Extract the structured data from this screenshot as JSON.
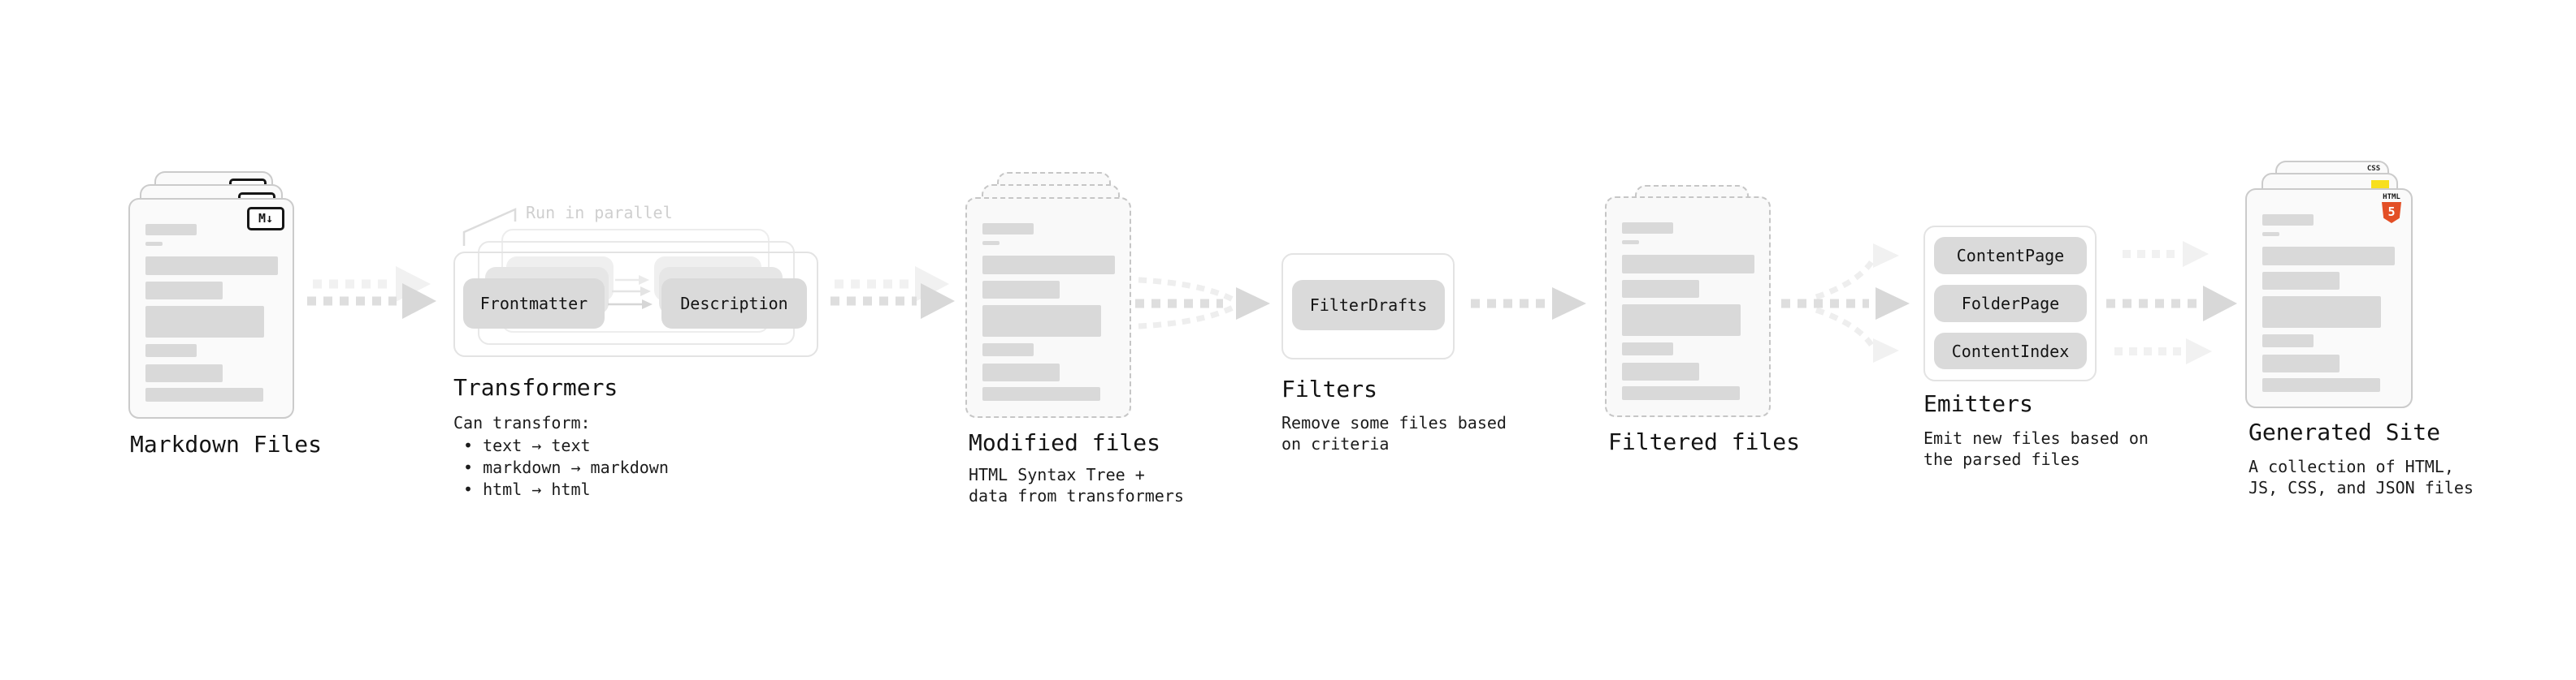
{
  "stages": {
    "markdown": {
      "label": "Markdown Files",
      "file_icon": "M↓"
    },
    "transformers": {
      "label": "Transformers",
      "annotation": "Run in parallel",
      "pills": [
        "Frontmatter",
        "Description"
      ],
      "caption_title": "Can transform:",
      "bullets": [
        "• text → text",
        "• markdown → markdown",
        "• html → html"
      ]
    },
    "modified": {
      "label": "Modified files",
      "caption": "HTML Syntax Tree +\ndata from transformers"
    },
    "filters": {
      "label": "Filters",
      "pills": [
        "FilterDrafts"
      ],
      "caption": "Remove some files based\non criteria"
    },
    "filtered": {
      "label": "Filtered files"
    },
    "emitters": {
      "label": "Emitters",
      "pills": [
        "ContentPage",
        "FolderPage",
        "ContentIndex"
      ],
      "caption": "Emit new files based on\nthe parsed files"
    },
    "generated": {
      "label": "Generated Site",
      "caption": "A collection of HTML,\nJS, CSS, and JSON files",
      "badges": {
        "html_label": "HTML",
        "html_number": "5",
        "css_label": "CSS"
      }
    }
  },
  "colors": {
    "background": "#ffffff",
    "card_fill": "#fafafa",
    "card_border": "#cbcbcb",
    "placeholder_bar": "#d9d9d9",
    "pill_fill": "#dadada",
    "box_border": "#e3e3e3",
    "arrow_dark": "#dedede",
    "arrow_light": "#f1f1f1",
    "text": "#141414",
    "annotation_muted": "#cfcfcf",
    "html5_orange": "#e34f26",
    "js_yellow": "#f7df1e",
    "css_blue": "#2965f1"
  }
}
